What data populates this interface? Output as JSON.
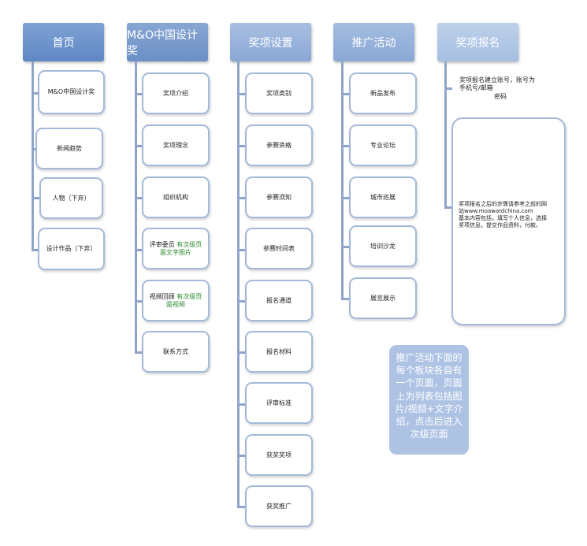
{
  "columns": [
    {
      "header": "首页",
      "items": [
        "M&O中国设计奖",
        "新闻趋势",
        "人物（下弃）",
        "设计作品（下弃）"
      ]
    },
    {
      "header": "M&O中国设计奖",
      "items": [
        {
          "text": "奖项介绍"
        },
        {
          "text": "奖项理念"
        },
        {
          "text": "组织机构"
        },
        {
          "text": "评审委员",
          "green": "有次级页面文字图片"
        },
        {
          "text": "视频回顾",
          "green": "有次级页面视频"
        },
        {
          "text": "联系方式"
        }
      ]
    },
    {
      "header": "奖项设置",
      "items": [
        "奖项类别",
        "参赛资格",
        "参赛须知",
        "参赛时间表",
        "报名通道",
        "报名材料",
        "评审标准",
        "获奖奖项",
        "获奖推广"
      ]
    },
    {
      "header": "推广活动",
      "items": [
        "新品发布",
        "专业论坛",
        "城市巡展",
        "培训沙龙",
        "展览展示"
      ]
    },
    {
      "header": "奖项报名",
      "items": [
        {
          "lines": [
            "奖项报名建立账号，账号为",
            "手机号/邮箱",
            "密码"
          ]
        },
        {
          "lines": [
            "奖项报名之后的步骤请参考之前的网",
            "站www.moawardchina.com",
            "基本内容包括，填写个人信息，选择",
            "奖项信息，提交作品资料，付款。"
          ]
        }
      ]
    }
  ],
  "note": "推广活动下面的每个板块各自有一个页面，页面上为列表包括图片/视频+文字介绍，点击后进入次级页面"
}
